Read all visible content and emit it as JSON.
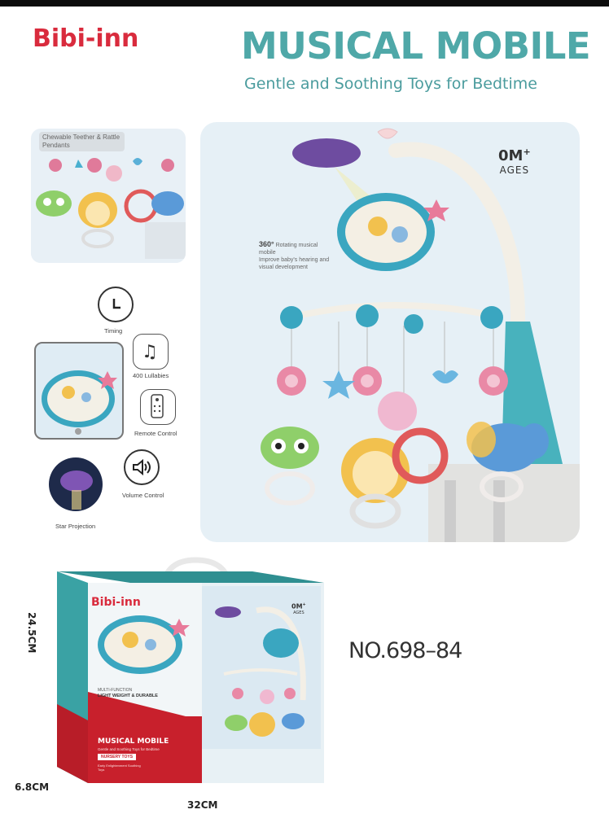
{
  "brand": {
    "logo": "Bibi-inn"
  },
  "header": {
    "title": "MUSICAL MOBILE",
    "subtitle": "Gentle and Soothing Toys for Bedtime"
  },
  "hero": {
    "age_value": "0M",
    "age_plus": "+",
    "age_label": "AGES",
    "rotating_title": "360°",
    "rotating_text": "Rotating musical mobile",
    "rotating_desc": "Improve baby's hearing and visual development"
  },
  "inset": {
    "label": "Chewable Teether & Rattle Pendants"
  },
  "features": [
    {
      "label": "Timing",
      "icon": "clock-icon"
    },
    {
      "label": "400 Lullabies",
      "icon": "music-notes-icon"
    },
    {
      "label": "Remote Control",
      "icon": "remote-icon"
    },
    {
      "label": "Volume Control",
      "icon": "speaker-icon"
    },
    {
      "label": "Star Projection",
      "icon": "projection-icon"
    }
  ],
  "box": {
    "logo": "Bibi-inn",
    "age_value": "0M",
    "age_plus": "+",
    "age_label": "AGES",
    "multi": "MULTI-FUNCTION",
    "light": "LIGHT WEIGHT & DURABLE",
    "title": "MUSICAL MOBILE",
    "subtitle": "Gentle and Soothing Toys for Bedtime",
    "badge": "NURSERY TOYS",
    "age_rec": "Early Enlightenment Soothing Toys"
  },
  "product": {
    "model_number": "NO.698–84"
  },
  "dimensions": {
    "height": "24.5CM",
    "depth": "6.8CM",
    "width": "32CM"
  },
  "colors": {
    "brand_red": "#d92b3d",
    "teal": "#4fa8a8",
    "box_teal": "#3da6a8",
    "box_red": "#c8202c"
  }
}
